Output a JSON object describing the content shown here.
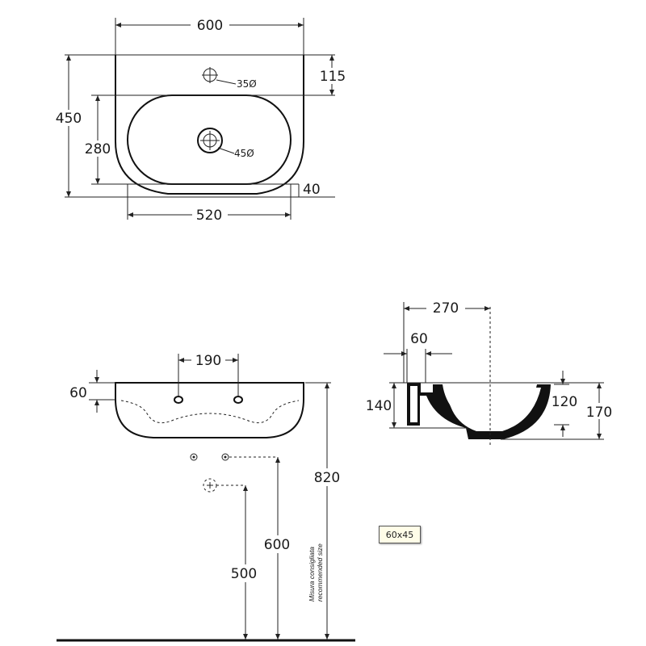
{
  "top_view": {
    "width_total": "600",
    "depth_total": "450",
    "tap_hole_offset": "115",
    "tap_hole_diameter": "35Ø",
    "bowl_depth": "280",
    "drain_diameter": "45Ø",
    "front_rim": "40",
    "bowl_width": "520"
  },
  "front_view": {
    "tap_spacing": "190",
    "rim_height": "60",
    "mounting_height": "820",
    "supply_height": "600",
    "waste_height": "500",
    "note_line1": "Misura consigliata",
    "note_line2": "recommended size"
  },
  "side_view": {
    "depth": "270",
    "wall_offset": "60",
    "total_height": "140",
    "bowl_height": "120",
    "overall_height": "170"
  },
  "tag": "60x45"
}
